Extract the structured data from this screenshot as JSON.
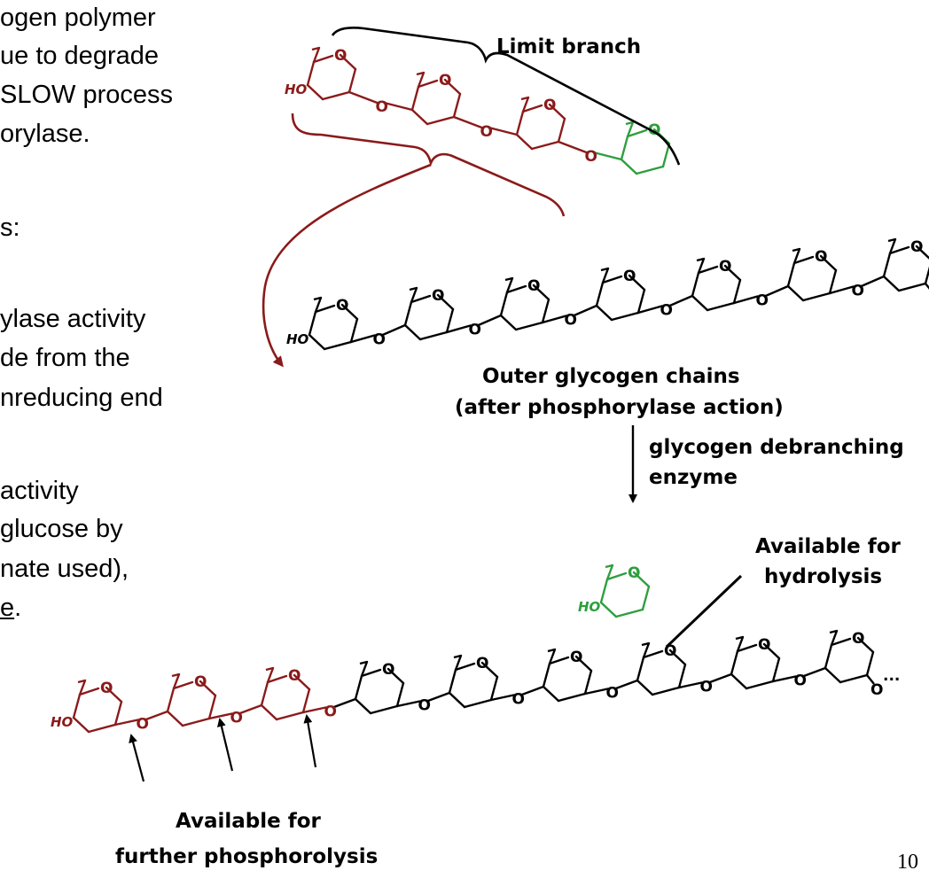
{
  "slide_text": [
    {
      "text": "ogen polymer"
    },
    {
      "text": "ue to degrade"
    },
    {
      "text": "SLOW process"
    },
    {
      "text": "orylase."
    },
    {
      "text": "s:"
    },
    {
      "text": "ylase activity"
    },
    {
      "text": "de from the"
    },
    {
      "text": "nreducing end"
    },
    {
      "text": " activity"
    },
    {
      "text": " glucose by"
    },
    {
      "text": "nate used),"
    },
    {
      "text": "e",
      "suffix": ".",
      "underline": true
    }
  ],
  "labels": {
    "limit_branch": "Limit branch",
    "outer_chains_1": "Outer glycogen chains",
    "outer_chains_2": "(after phosphorylase action)",
    "enzyme_1": "glycogen debranching",
    "enzyme_2": "enzyme",
    "hydrolysis_1": "Available for",
    "hydrolysis_2": "hydrolysis",
    "phosphorolysis_1": "Available for",
    "phosphorolysis_2": "further phosphorolysis"
  },
  "atoms": {
    "ring_oxygen": "O",
    "link_oxygen": "O",
    "hydroxyl": "HO",
    "continuation": "..."
  },
  "colors": {
    "red": "#8b1a1a",
    "green": "#2e9e3e",
    "black": "#000000"
  },
  "page_number": "10"
}
